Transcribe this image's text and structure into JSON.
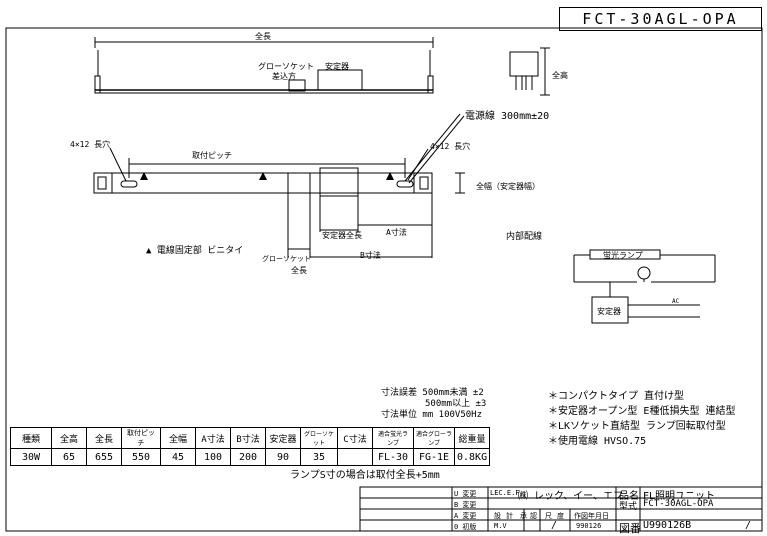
{
  "drawing": {
    "doc_number": "FCT-30AGL-OPA",
    "top_view": {
      "overall_length_label": "全長",
      "socket_label": "グローソケット",
      "insert_label": "差込方",
      "ballast_label": "安定器",
      "height_label": "全高"
    },
    "plan_view": {
      "hole_left": "4×12 長穴",
      "hole_right": "4×12 長穴",
      "mount_pitch": "取付ピッチ",
      "power_cord": "電源線 300mm±20",
      "width_label": "全幅（安定器幅）",
      "ballast_width": "安定器全長",
      "a_dim": "A寸法",
      "b_dim": "B寸法",
      "glow_label": "グローソケット",
      "glow_label2": "全長",
      "internal_wiring": "内部配線",
      "fixing_note": "▲ 電線固定部 ビニタイ"
    },
    "wiring": {
      "lamp_label": "蛍光ランプ",
      "ballast_label": "安定器",
      "ac_label": "AC"
    },
    "tolerance": {
      "line1": "寸法誤差    500mm未満  ±2",
      "line2": "500mm以上  ±3",
      "line3": "寸法単位  mm  100V50Hz"
    },
    "features": [
      "＊コンパクトタイプ 直付け型",
      "＊安定器オープン型 E種低損失型  連結型",
      "＊LKソケット直結型 ランプ回転取付型",
      "＊使用電線 HVSO.75"
    ],
    "table": {
      "headers": [
        "種類",
        "全高",
        "全長",
        "取付ピッチ",
        "全幅",
        "A寸法",
        "B寸法",
        "安定器",
        "グローソケット",
        "C寸法",
        "適合蛍光ランプ",
        "適合グローランプ",
        "総重量"
      ],
      "values": [
        "30W",
        "65",
        "655",
        "550",
        "45",
        "100",
        "200",
        "90",
        "35",
        "",
        "FL-30",
        "FG-1E",
        "0.8KG"
      ]
    },
    "lamp_note": "ランプS寸の場合は取付全長+5mm",
    "title_block": {
      "rev_labels": [
        "U 変更",
        "B 変更",
        "A 変更",
        "0 初版"
      ],
      "company_code": "LEC.E.F",
      "company": "㈱ レック、イー、エフ",
      "name_label": "品名",
      "name_value": "FL照明ユニット",
      "model_label": "型式",
      "model_value": "FCT-30AGL-OPA",
      "drawing_label": "図番",
      "drawing_value": "U990126B",
      "col_labels": [
        "設",
        "計",
        "承",
        "認",
        "尺",
        "度",
        "作図年月日"
      ],
      "scale_mark": "/",
      "date_value": "990126",
      "designer": "M.V",
      "page_mark": "/"
    }
  }
}
